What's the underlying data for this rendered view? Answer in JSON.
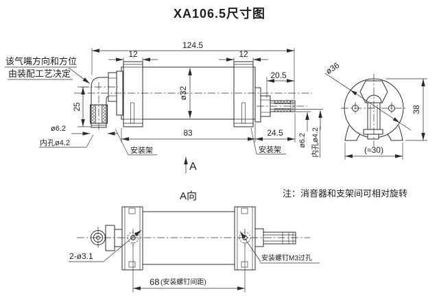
{
  "title": "XA106.5尺寸图",
  "colors": {
    "line": "#2b2b2b",
    "background": "#ffffff"
  },
  "front_view": {
    "nozzle_note": {
      "line1": "该气嘴方向和方位",
      "line2": "由装配工艺决定"
    },
    "dims": {
      "overall_length": "124.5",
      "bracket_width_left": "12",
      "bracket_width_right": "12",
      "nozzle_stickout": "20.5",
      "body_diameter": "ø32",
      "body_length": "83",
      "right_end_length": "24.5",
      "elbow_length": "25",
      "elbow_nozzle_diameter": "ø6.2",
      "elbow_nozzle_bore": "内孔ø4.2",
      "right_nozzle_diameter": "ø6.2",
      "right_nozzle_bore": "内孔ø4.2"
    },
    "labels": {
      "bracket_left": "安装架",
      "bracket_right": "安装架",
      "view_arrow_letter": "A"
    }
  },
  "end_view": {
    "dims": {
      "outer_diameter": "ø36",
      "overall_height": "38",
      "bracket_width_approx": "(≈30)"
    }
  },
  "bottom_view": {
    "view_label": "A向",
    "dims": {
      "mounting_holes": "2-ø3.1",
      "screw_spacing_value": "68",
      "screw_spacing_note": "(安装螺钉间距)"
    },
    "labels": {
      "screw_hole": "安装螺钉M3过孔"
    }
  },
  "general_note": "注：消音器和支架间可相对旋转"
}
